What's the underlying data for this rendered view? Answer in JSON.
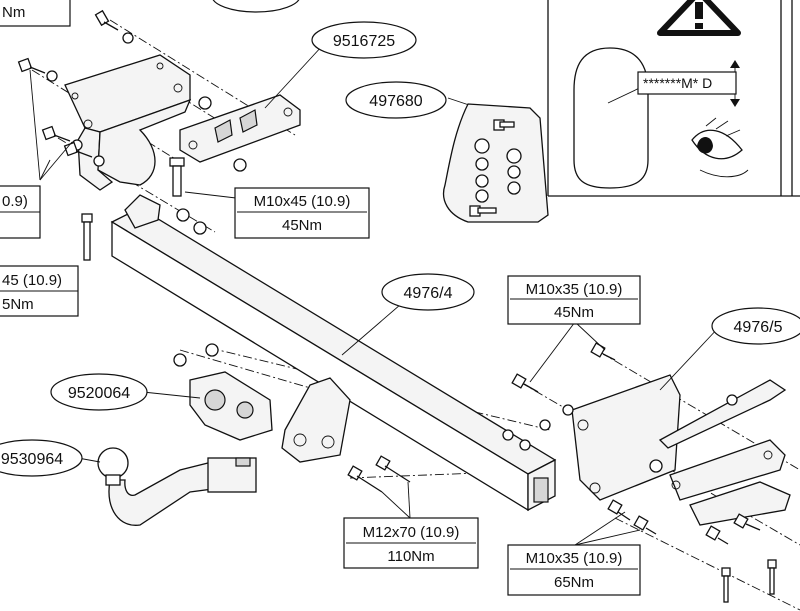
{
  "part_numbers": {
    "bracket": "9516725",
    "bolt_kit": "497680",
    "crossbar": "4976/4",
    "side_bracket": "4976/5",
    "socket_plate": "9520064",
    "ball": "9530964"
  },
  "torque_specs": {
    "m10x45": {
      "bolt": "M10x45 (10.9)",
      "torque": "45Nm"
    },
    "m10x35_upper": {
      "bolt": "M10x35 (10.9)",
      "torque": "45Nm"
    },
    "m12x70": {
      "bolt": "M12x70 (10.9)",
      "torque": "110Nm"
    },
    "m10x35_lower": {
      "bolt": "M10x35 (10.9)",
      "torque": "65Nm"
    }
  },
  "cropped_labels": {
    "top_left_torque": "Nm",
    "left_bolt": "0.9)",
    "left_lower_bolt": "45 (10.9)",
    "left_lower_torque": "5Nm"
  },
  "warning_panel": {
    "marking_text": "*******M* D",
    "icons": [
      "warning-triangle-icon",
      "eye-icon"
    ]
  }
}
